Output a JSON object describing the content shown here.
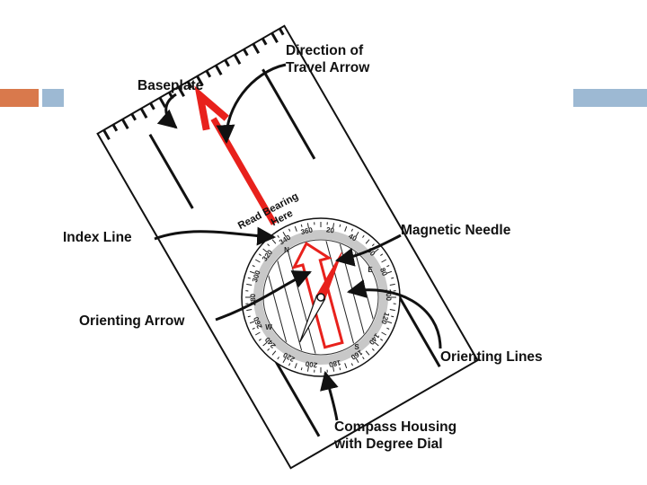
{
  "colors": {
    "accent_orange": "#D9794C",
    "accent_blue": "#9DB9D3",
    "arrow_red": "#E8211C",
    "line_dark": "#111111"
  },
  "labels": {
    "baseplate": "Baseplate",
    "direction_line1": "Direction of",
    "direction_line2": "Travel Arrow",
    "index_line": "Index Line",
    "magnetic_needle": "Magnetic Needle",
    "orienting_arrow": "Orienting Arrow",
    "orienting_lines": "Orienting Lines",
    "housing_line1": "Compass Housing",
    "housing_line2": "with Degree Dial"
  },
  "read_bearing": {
    "line1": "Read Bearing",
    "line2": "Here"
  },
  "dial": {
    "degree_labels": [
      "20",
      "40",
      "60",
      "80",
      "100",
      "120",
      "140",
      "160",
      "180",
      "200",
      "220",
      "240",
      "260",
      "280",
      "300",
      "320",
      "340",
      "360"
    ],
    "cardinals": {
      "north": "N",
      "east": "E",
      "south": "S",
      "west": "W"
    }
  }
}
